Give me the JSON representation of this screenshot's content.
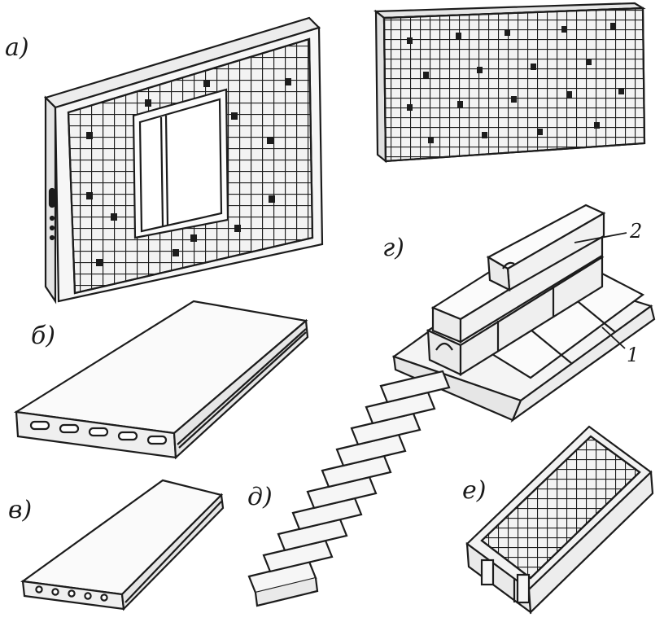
{
  "labels": {
    "a": "а)",
    "b": "б)",
    "v": "в)",
    "g": "г)",
    "d": "д)",
    "e": "е)"
  },
  "callouts": {
    "one": "1",
    "two": "2"
  }
}
